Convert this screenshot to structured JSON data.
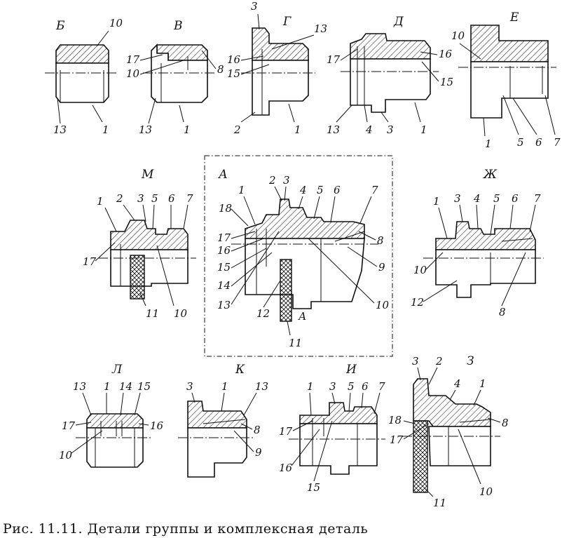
{
  "caption": "Рис. 11.11. Детали группы и комплексная деталь",
  "variant_titles": {
    "b": "Б",
    "v": "В",
    "g": "Г",
    "d": "Д",
    "e": "Е",
    "m": "М",
    "a": "А",
    "zh": "Ж",
    "l": "Л",
    "k": "К",
    "i": "И",
    "z": "З"
  },
  "section_mark": "А",
  "labels": {
    "b": [
      "10",
      "13",
      "1"
    ],
    "v": [
      "17",
      "10",
      "8",
      "13",
      "1"
    ],
    "g": [
      "3",
      "13",
      "16",
      "15",
      "2",
      "1"
    ],
    "d": [
      "17",
      "16",
      "15",
      "13",
      "4",
      "3",
      "1"
    ],
    "e": [
      "10",
      "1",
      "5",
      "6",
      "7"
    ],
    "m": [
      "1",
      "2",
      "3",
      "5",
      "6",
      "7",
      "17",
      "11",
      "10"
    ],
    "a": [
      "2",
      "3",
      "1",
      "4",
      "5",
      "6",
      "7",
      "18",
      "17",
      "16",
      "15",
      "14",
      "13",
      "12",
      "8",
      "9",
      "10",
      "11"
    ],
    "zh": [
      "1",
      "3",
      "4",
      "5",
      "6",
      "7",
      "10",
      "12",
      "8"
    ],
    "l": [
      "13",
      "1",
      "14",
      "15",
      "17",
      "16",
      "10"
    ],
    "k": [
      "3",
      "1",
      "13",
      "8",
      "9"
    ],
    "i": [
      "1",
      "3",
      "5",
      "6",
      "7",
      "17",
      "16",
      "15"
    ],
    "z": [
      "3",
      "2",
      "4",
      "1",
      "8",
      "18",
      "17",
      "10",
      "11"
    ]
  }
}
